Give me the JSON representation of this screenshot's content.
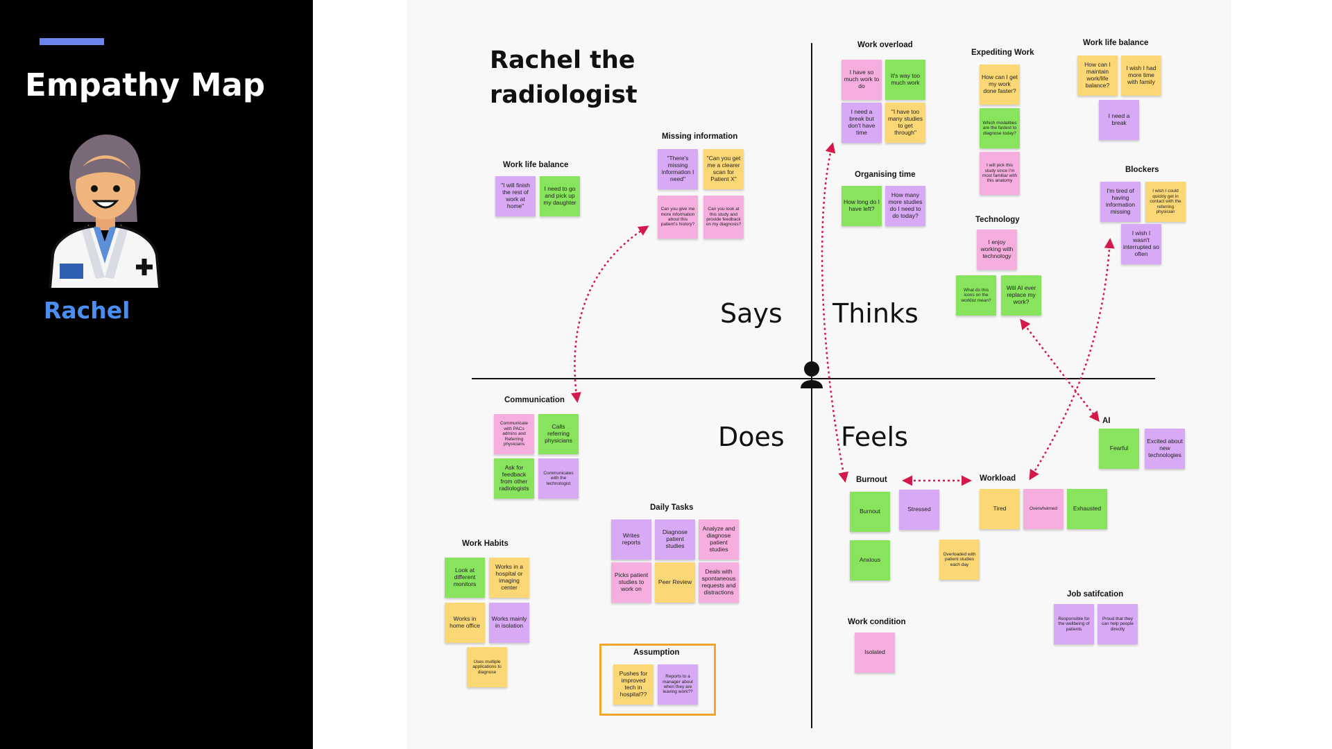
{
  "sidebar": {
    "title": "Empathy Map",
    "person_name": "Rachel",
    "accent_color": "#6b86f0",
    "name_color": "#4a8ef2",
    "avatar_icon": "doctor-avatar-icon"
  },
  "map": {
    "title_line1": "Rachel the",
    "title_line2": "radiologist",
    "quadrants": {
      "says": "Says",
      "thinks": "Thinks",
      "does": "Does",
      "feels": "Feels"
    },
    "center_icon": "person-icon",
    "arrow_color": "#d41a4a",
    "groups": {
      "work_life_balance_says": {
        "title": "Work life balance",
        "notes": [
          "\"I will finish the rest of work at home\"",
          "I need to go and pick up my daughter"
        ]
      },
      "missing_information": {
        "title": "Missing information",
        "notes": [
          "\"There's missing information I need\"",
          "\"Can you get me a clearer scan for Patient X\"",
          "Can you give me more information about this patient's history?",
          "Can you look at this study and provide feedback on my diagnosis?"
        ]
      },
      "work_overload": {
        "title": "Work overload",
        "notes": [
          "I have so much work to do",
          "It's way too much work",
          "I need a break but don't have time",
          "\"I have too many studies to get through\""
        ]
      },
      "organising_time": {
        "title": "Organising time",
        "notes": [
          "How long do I have left?",
          "How many more studies do I need to do today?"
        ]
      },
      "expediting_work": {
        "title": "Expediting Work",
        "notes": [
          "How can I get my work done faster?",
          "Which modalities are the fastest to diagnose today?",
          "I will pick this study since I'm most familiar with this anatomy"
        ]
      },
      "work_life_balance_thinks": {
        "title": "Work life balance",
        "notes": [
          "How can I maintain work/life balance?",
          "I wish I had more time with family",
          "I need a break"
        ]
      },
      "blockers": {
        "title": "Blockers",
        "notes": [
          "I'm tired of having information missing",
          "I wish I could quickly get in contact with the referring physician",
          "I wish I wasn't interrupted so often"
        ]
      },
      "technology": {
        "title": "Technology",
        "notes": [
          "I enjoy working with technology",
          "What do this icons on the worklist mean?",
          "Will AI ever replace my work?"
        ]
      },
      "communication": {
        "title": "Communication",
        "notes": [
          "Communicate with PACs admins and Referring physicians",
          "Calls referring physicians",
          "Ask for feedback from other radiologists",
          "Communicates with the technologist"
        ]
      },
      "daily_tasks": {
        "title": "Daily Tasks",
        "notes": [
          "Writes reports",
          "Diagnose patient studies",
          "Analyze and diagnose patient studies",
          "Picks patient studies to work on",
          "Peer Review",
          "Deals with spontaneous requests and distractions"
        ]
      },
      "work_habits": {
        "title": "Work Habits",
        "notes": [
          "Look at different monitors",
          "Works in a hospital or imaging center",
          "Works in home office",
          "Works mainly in isolation",
          "Uses multiple applications to diagnose"
        ]
      },
      "assumption": {
        "title": "Assumption",
        "notes": [
          "Pushes for improved tech in hospital??",
          "Reports to a manager about when they are leaving work??"
        ]
      },
      "ai": {
        "title": "AI",
        "notes": [
          "Fearful",
          "Excited about new technologies"
        ]
      },
      "burnout": {
        "title": "Burnout",
        "notes": [
          "Burnout",
          "Stressed",
          "Anxious"
        ]
      },
      "workload": {
        "title": "Workload",
        "notes": [
          "Tired",
          "Overwhelmed",
          "Exhausted",
          "Overloaded with patient studies each day"
        ]
      },
      "work_condition": {
        "title": "Work condition",
        "notes": [
          "Isolated"
        ]
      },
      "job_satisfaction": {
        "title": "Job satifcation",
        "notes": [
          "Responsible for the wellbeing of patients",
          "Proud that they can help people directly"
        ]
      }
    }
  }
}
